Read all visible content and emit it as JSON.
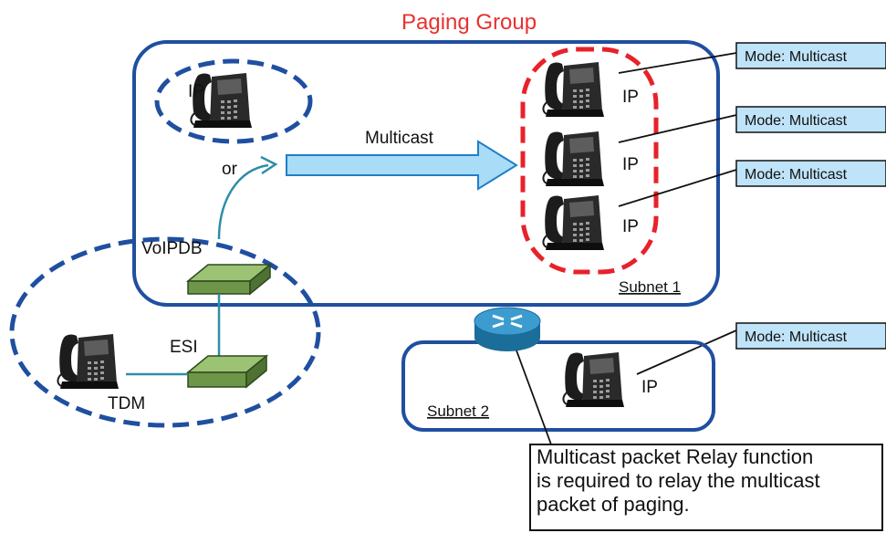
{
  "title": "Paging Group",
  "arrow_label": "Multicast",
  "or_label": "or",
  "ip_label": "IP",
  "voipdb_label": "VoIPDB",
  "esi_label": "ESI",
  "tdm_label": "TDM",
  "subnet1_label": "Subnet 1",
  "subnet2_label": "Subnet 2",
  "mode_tags": [
    "Mode: Multicast",
    "Mode: Multicast",
    "Mode: Multicast",
    "Mode: Multicast"
  ],
  "note_lines": [
    "Multicast packet Relay function",
    "is required to relay the multicast",
    "packet of paging."
  ],
  "colors": {
    "title": "#e8312f",
    "group_border": "#1f4fa0",
    "red_dash": "#e8212a",
    "arrow_fill": "#a9dcf7",
    "tag_fill": "#bfe3f8",
    "connector": "#2e8da8",
    "device_green": "#7ea65a"
  }
}
